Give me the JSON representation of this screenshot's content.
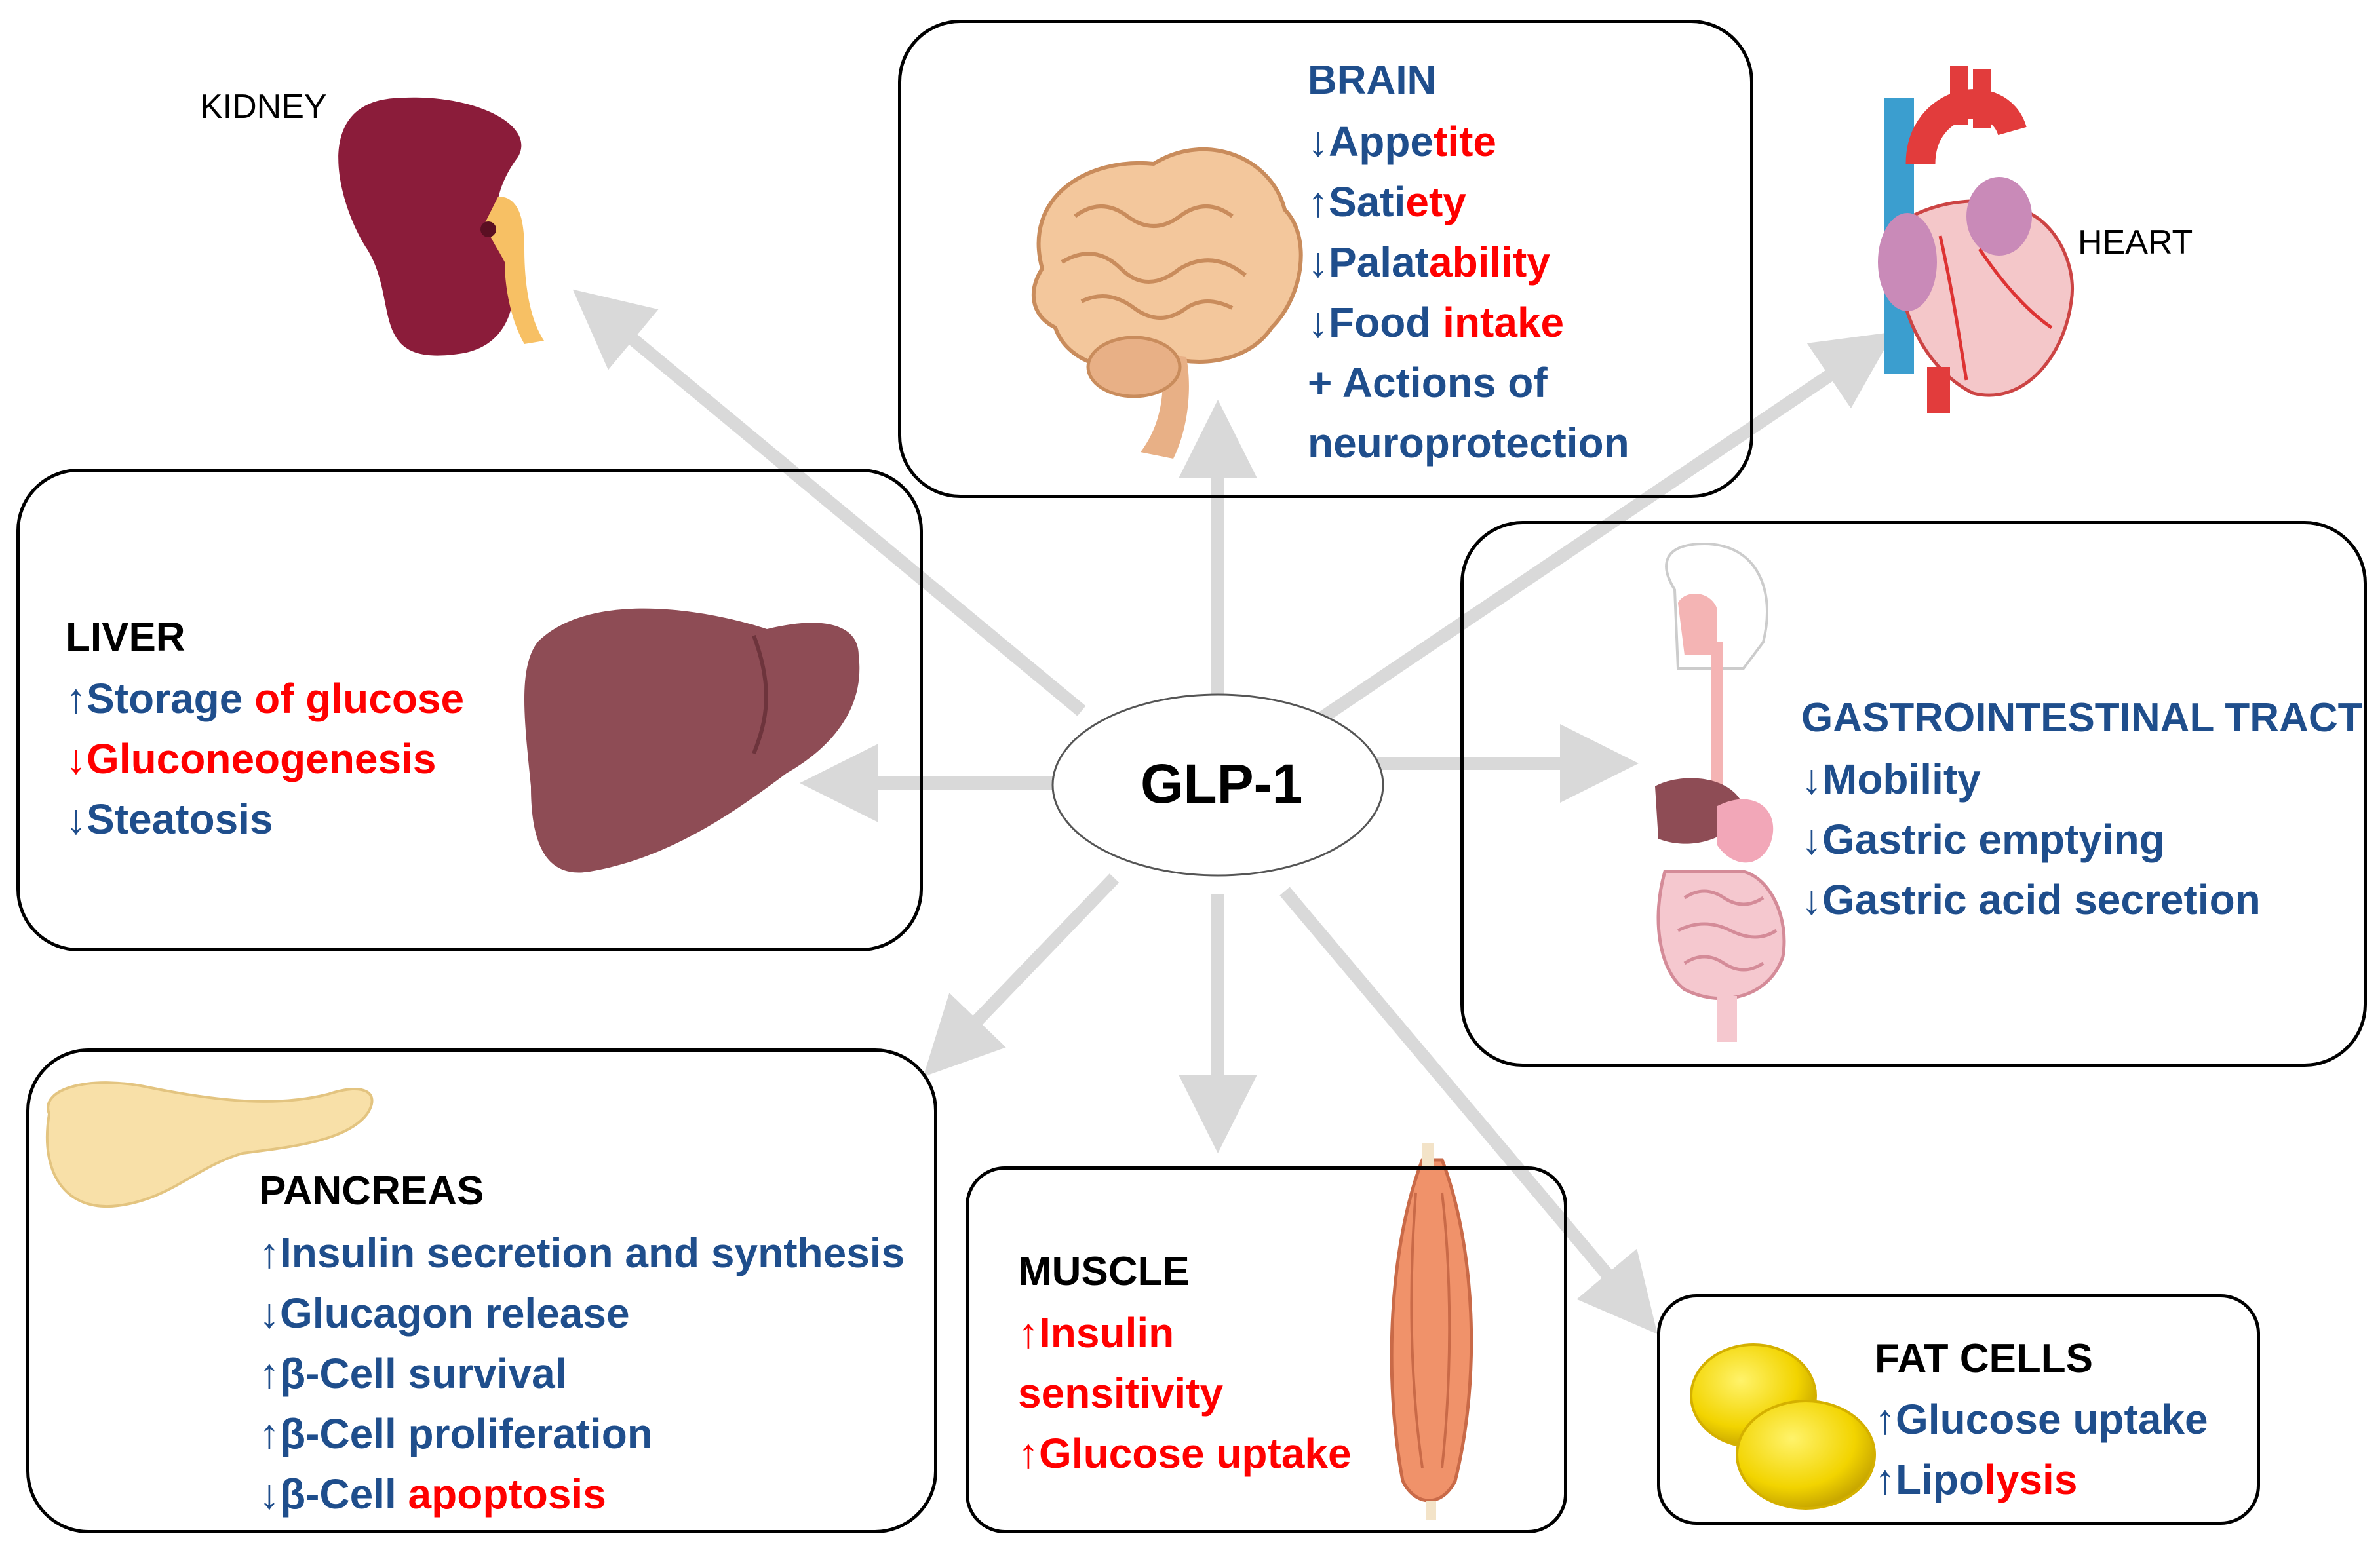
{
  "center": {
    "label": "GLP-1"
  },
  "kidney": {
    "title": "KIDNEY"
  },
  "heart": {
    "title": "HEART"
  },
  "brain": {
    "title": "BRAIN",
    "lines": [
      {
        "arrow": "↓",
        "blue": "Appe",
        "red": "tite"
      },
      {
        "arrow": "↑",
        "blue": "Sati",
        "red": "ety"
      },
      {
        "arrow": "↓",
        "blue": "Palat",
        "red": "ability"
      },
      {
        "arrow": "↓",
        "blue": "Food ",
        "red": "intake"
      },
      {
        "arrow": "",
        "blue": "+ Actions of",
        "red": ""
      },
      {
        "arrow": "",
        "blue": "neuroprotection",
        "red": ""
      }
    ]
  },
  "liver": {
    "title": "LIVER",
    "lines": [
      {
        "arrow": "↑",
        "blue": "Storage ",
        "red": "of glucose"
      },
      {
        "arrow": "↓",
        "blue": "",
        "red": "Gluconeogenesis",
        "arrow_red": true
      },
      {
        "arrow": "↓",
        "blue": "Steatosis",
        "red": ""
      }
    ]
  },
  "gi": {
    "title": "GASTROINTESTINAL TRACT",
    "lines": [
      {
        "arrow": "↓",
        "blue": "Mobility",
        "red": ""
      },
      {
        "arrow": "↓",
        "blue": "Gastric emptying",
        "red": ""
      },
      {
        "arrow": "↓",
        "blue": "Gastric acid secretion",
        "red": ""
      }
    ]
  },
  "pancreas": {
    "title": "PANCREAS",
    "lines": [
      {
        "arrow": "↑",
        "blue": "Insulin secretion and synthesis",
        "red": ""
      },
      {
        "arrow": "↓",
        "blue": "Glucagon release",
        "red": ""
      },
      {
        "arrow": "↑",
        "blue": "β-Cell survival",
        "red": ""
      },
      {
        "arrow": "↑",
        "blue": "β-Cell proliferation",
        "red": ""
      },
      {
        "arrow": "↓",
        "blue": "β-Cell ",
        "red": "apoptosis"
      }
    ]
  },
  "muscle": {
    "title": "MUSCLE",
    "lines": [
      {
        "arrow": "↑",
        "blue": "",
        "red": "Insulin",
        "arrow_red": true
      },
      {
        "arrow": "",
        "blue": "",
        "red": "sensitivity"
      },
      {
        "arrow": "↑",
        "blue": "",
        "red": "Glucose uptake",
        "arrow_red": true
      }
    ]
  },
  "fat": {
    "title": "FAT CELLS",
    "lines": [
      {
        "arrow": "↑",
        "blue": "Glucose uptake",
        "red": ""
      },
      {
        "arrow": "↑",
        "blue": "Lipo",
        "red": "lysis"
      }
    ]
  },
  "colors": {
    "blue_text": "#1f4e8c",
    "red_text": "#ff0000",
    "arrow": "#d9d9d9"
  },
  "icons": [
    "kidney-icon",
    "heart-icon",
    "brain-icon",
    "liver-icon",
    "digestive-system-icon",
    "pancreas-icon",
    "muscle-icon",
    "fat-cells-icon"
  ]
}
